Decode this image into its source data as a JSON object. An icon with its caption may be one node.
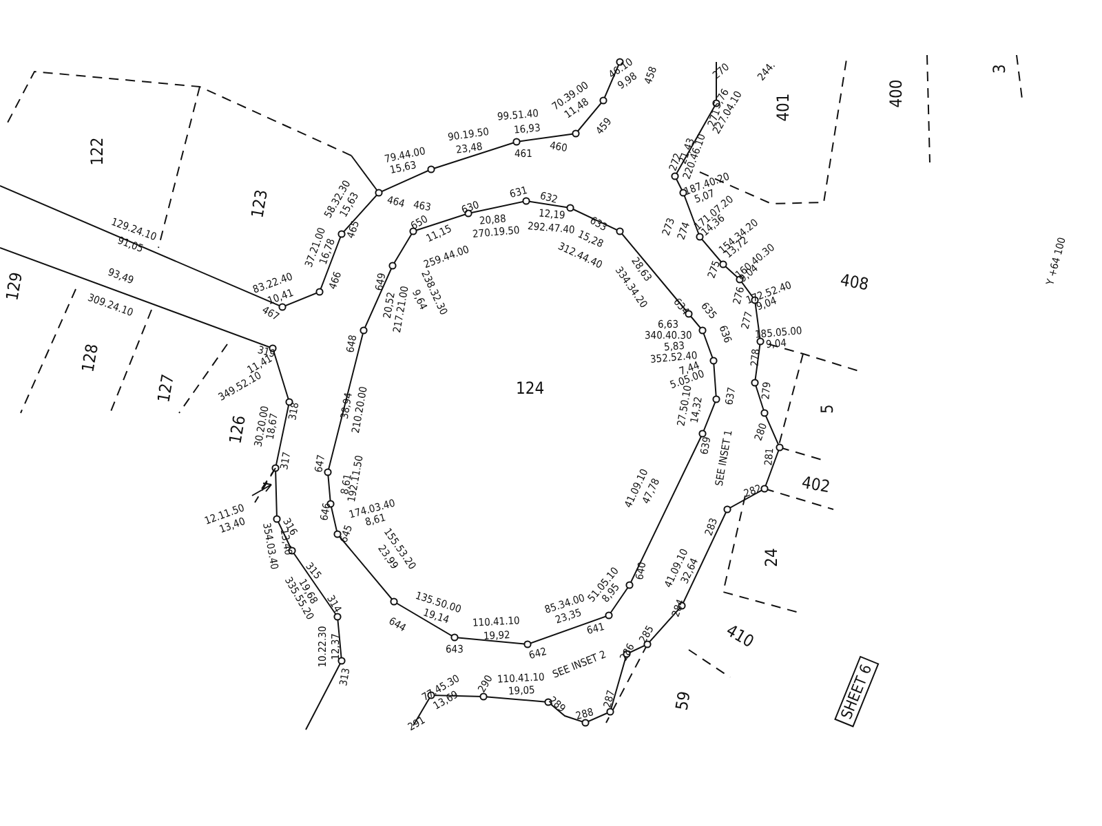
{
  "diagram": {
    "labels": [
      "122",
      "123",
      "129",
      "128",
      "127",
      "126",
      "124",
      "401",
      "400",
      "3",
      "408",
      "5",
      "402",
      "24",
      "410",
      "59",
      "SHEET 6",
      "Y +64 100",
      "SEE INSET 1",
      "SEE INSET 2",
      "129.24.10",
      "91,05",
      "93,49",
      "309.24.10",
      "467",
      "83.22.40",
      "10,41",
      "466",
      "37.21.00",
      "16,78",
      "465",
      "58.32.30",
      "15,63",
      "464",
      "79.44.00",
      "15,63",
      "463",
      "90.19.50",
      "23,48",
      "461",
      "99.51.40",
      "16,93",
      "460",
      "459",
      "70.39.00",
      "11,48",
      "46.10",
      "9,98",
      "458",
      "270",
      "244.",
      "272",
      "21,43",
      "271",
      "220.46.10",
      "5,76",
      "227.04.10",
      "187.40.20",
      "5,07",
      "273",
      "274",
      "171.07.20",
      "14,36",
      "154.34.20",
      "13,72",
      "275",
      "160.40.30",
      "9,04",
      "276",
      "172.52.40",
      "9,04",
      "277",
      "185.05.00",
      "9,04",
      "278",
      "279",
      "280",
      "281",
      "282",
      "283",
      "41.09.10",
      "32,64",
      "284",
      "285",
      "286",
      "287",
      "288",
      "289",
      "110.41.10",
      "19,05",
      "290",
      "77.45.30",
      "13,69",
      "291",
      "650",
      "630",
      "631",
      "632",
      "633",
      "11,15",
      "259.44.00",
      "238.32.30",
      "9,64",
      "20,88",
      "270.19.50",
      "12,19",
      "292.47.40",
      "15,28",
      "312.44.40",
      "28,63",
      "334.34.20",
      "634",
      "635",
      "636",
      "6,63",
      "340.40.30",
      "5,83",
      "352.52.40",
      "7,44",
      "5.05.00",
      "637",
      "27.50.10",
      "14,32",
      "639",
      "41.09.10",
      "47,78",
      "640",
      "51.05.10",
      "8,95",
      "641",
      "85.34.00",
      "23,35",
      "642",
      "110.41.10",
      "19,92",
      "643",
      "644",
      "135.50.00",
      "19,14",
      "155.53.20",
      "23,99",
      "645",
      "174.03.40",
      "8,61",
      "646",
      "8,61",
      "192.11.50",
      "647",
      "38,94",
      "210.20.00",
      "648",
      "20,52",
      "217.21.00",
      "649",
      "319",
      "11,41",
      "349.52.10",
      "318",
      "30.20.00",
      "18,67",
      "317",
      "12.11.50",
      "13,40",
      "316",
      "13,40",
      "354.03.40",
      "315",
      "19,68",
      "335.55.20",
      "314",
      "10.22.30",
      "12,37",
      "313"
    ]
  }
}
